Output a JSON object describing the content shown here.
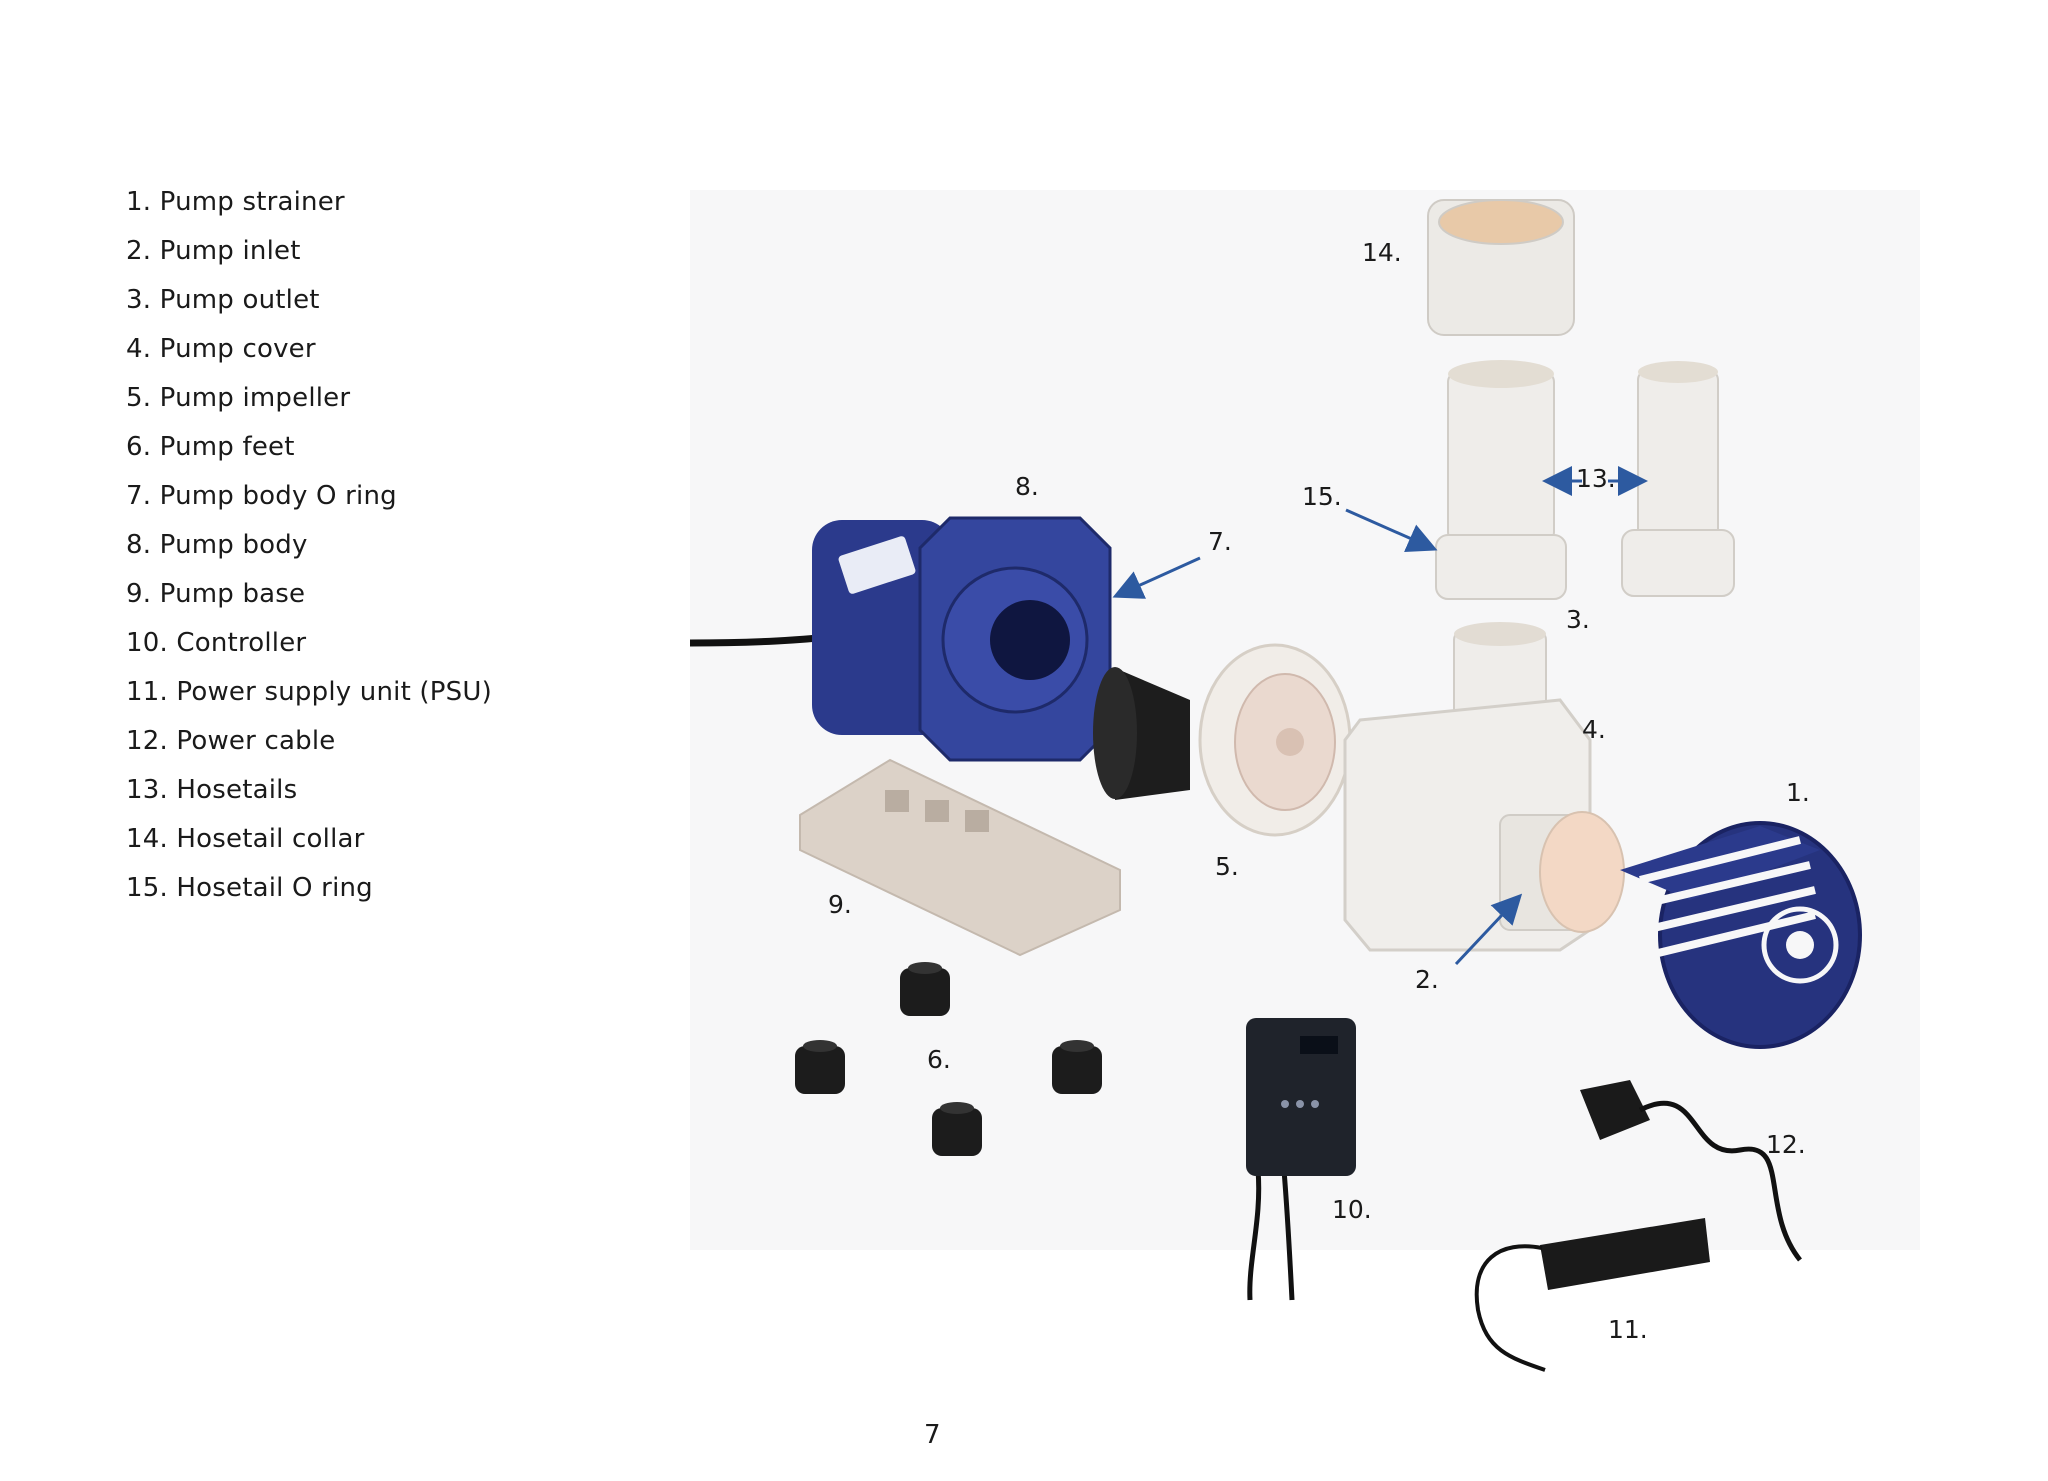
{
  "parts": [
    "1. Pump strainer",
    "2. Pump inlet",
    "3. Pump outlet",
    "4. Pump cover",
    "5. Pump impeller",
    "6. Pump feet",
    "7. Pump body O ring",
    "8. Pump body",
    "9. Pump base",
    "10. Controller",
    "11. Power supply unit (PSU)",
    "12. Power cable",
    "13. Hosetails",
    "14. Hosetail collar",
    "15. Hosetail O ring"
  ],
  "callouts": {
    "c1": "1.",
    "c2": "2.",
    "c3": "3.",
    "c4": "4.",
    "c5": "5.",
    "c6": "6.",
    "c7": "7.",
    "c8": "8.",
    "c9": "9.",
    "c10": "10.",
    "c11": "11.",
    "c12": "12.",
    "c13": "13.",
    "c14": "14.",
    "c15": "15."
  },
  "page_number": "7",
  "colors": {
    "pump_blue": "#2b3a8c",
    "arrow_blue": "#2d5aa0",
    "part_white": "#eceae6",
    "base_beige": "#d9cfc6",
    "rubber_black": "#1c1c1c"
  }
}
